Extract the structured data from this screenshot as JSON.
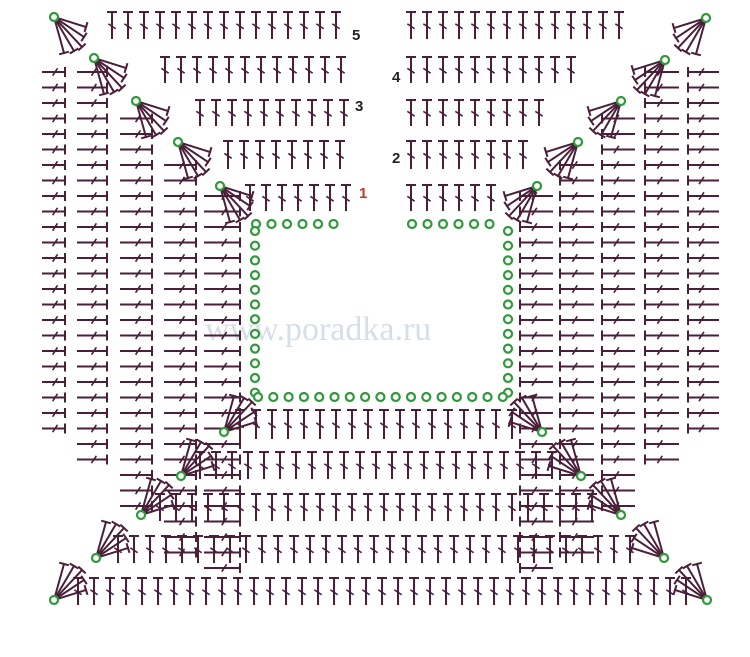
{
  "watermark": "www.poradka.ru",
  "row_labels": [
    {
      "text": "1",
      "color": "#c0392b"
    },
    {
      "text": "2",
      "color": "#222222"
    },
    {
      "text": "3",
      "color": "#222222"
    },
    {
      "text": "4",
      "color": "#222222"
    },
    {
      "text": "5",
      "color": "#222222"
    }
  ],
  "colors": {
    "stitch": "#4a1f3a",
    "chain": "#2e9a3a",
    "background": "#ffffff"
  },
  "symbols": {
    "stitch": "double-crochet",
    "chain": "chain-stitch"
  }
}
